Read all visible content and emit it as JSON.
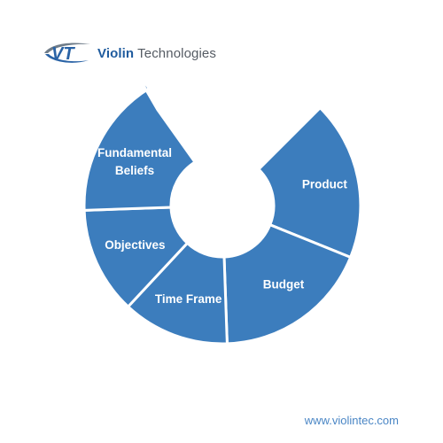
{
  "brand": {
    "logo_mark": "VT",
    "name_bold": "Violin",
    "name_rest": " Technologies",
    "mark_color": "#2a63a6",
    "text_color": "#555b63"
  },
  "diagram": {
    "segment_color": "#3c7dbd",
    "segments": [
      {
        "label_lines": [
          "Product"
        ]
      },
      {
        "label_lines": [
          "Budget"
        ]
      },
      {
        "label_lines": [
          "Time Frame"
        ]
      },
      {
        "label_lines": [
          "Objectives"
        ]
      },
      {
        "label_lines": [
          "Fundamental",
          "Beliefs"
        ]
      }
    ]
  },
  "footer": {
    "website": "www.violintec.com"
  }
}
